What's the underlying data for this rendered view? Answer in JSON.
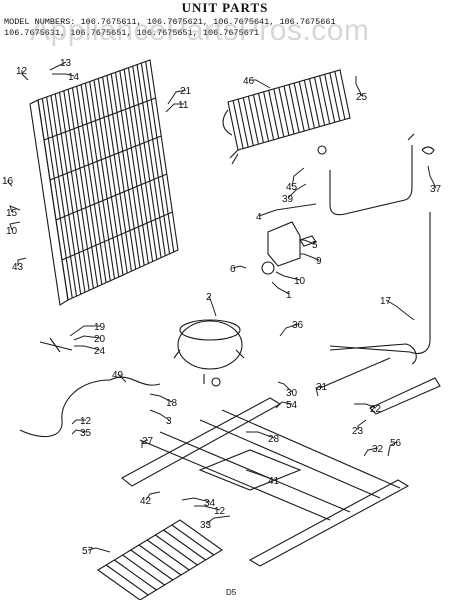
{
  "header": {
    "title": "UNIT PARTS",
    "model_line_1": "MODEL NUMBERS:  106.7675611, 106.7675621, 106.7675641, 106.7675661",
    "model_line_2": "               106.7675631, 106.7675651, 106.7675651, 106.7675671",
    "watermark": "AppliancePartsPros.com"
  },
  "callouts": [
    "12",
    "13",
    "14",
    "21",
    "11",
    "46",
    "25",
    "16",
    "15",
    "10",
    "43",
    "45",
    "39",
    "37",
    "4",
    "5",
    "9",
    "6",
    "10",
    "1",
    "2",
    "36",
    "17",
    "19",
    "20",
    "24",
    "49",
    "18",
    "3",
    "30",
    "54",
    "31",
    "22",
    "23",
    "12",
    "35",
    "27",
    "28",
    "41",
    "42",
    "34",
    "12",
    "33",
    "57",
    "32",
    "56"
  ],
  "footer": {
    "code": "D5"
  }
}
